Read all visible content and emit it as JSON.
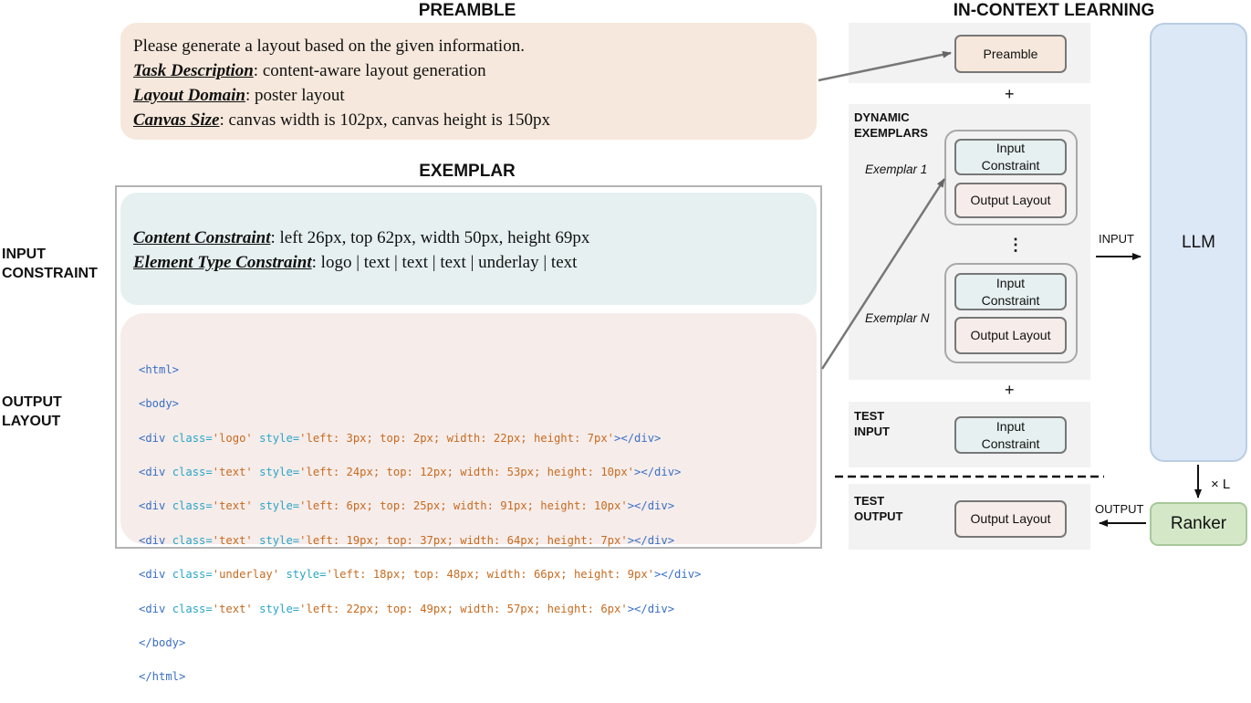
{
  "headings": {
    "preamble": "PREAMBLE",
    "exemplar": "EXEMPLAR",
    "icl": "IN-CONTEXT LEARNING"
  },
  "side_labels": {
    "input_line1": "INPUT",
    "input_line2": "CONSTRAINT",
    "output_line1": "OUTPUT",
    "output_line2": "LAYOUT"
  },
  "preamble": {
    "line1": "Please generate a layout based on the given information.",
    "task_key": "Task Description",
    "task_value": ": content-aware layout generation",
    "domain_key": "Layout Domain",
    "domain_value": ": poster layout",
    "canvas_key": "Canvas Size",
    "canvas_value": ": canvas width is 102px, canvas height is 150px"
  },
  "constraint": {
    "content_key": "Content Constraint",
    "content_value": ": left 26px, top 62px, width 50px, height 69px",
    "type_key": "Element Type Constraint",
    "type_value": ": logo | text | text | text | underlay | text"
  },
  "code": {
    "html_open": "<html>",
    "body_open": "<body>",
    "body_close": "</body>",
    "html_close": "</html>",
    "div_open": "<div",
    "div_close": "></div>",
    "class_attr": " class=",
    "style_attr": " style=",
    "rows": [
      {
        "cls": "'logo'",
        "style": "'left: 3px; top: 2px; width: 22px; height: 7px'"
      },
      {
        "cls": "'text'",
        "style": "'left: 24px; top: 12px; width: 53px; height: 10px'"
      },
      {
        "cls": "'text'",
        "style": "'left: 6px; top: 25px; width: 91px; height: 10px'"
      },
      {
        "cls": "'text'",
        "style": "'left: 19px; top: 37px; width: 64px; height: 7px'"
      },
      {
        "cls": "'underlay'",
        "style": "'left: 18px; top: 48px; width: 66px; height: 9px'"
      },
      {
        "cls": "'text'",
        "style": "'left: 22px; top: 49px; width: 57px; height: 6px'"
      }
    ]
  },
  "icl": {
    "preamble_box": "Preamble",
    "plus": "+",
    "dynamic_line1": "DYNAMIC",
    "dynamic_line2": "EXEMPLARS",
    "exemplar_1": "Exemplar 1",
    "exemplar_n": "Exemplar N",
    "input_constraint_line1": "Input",
    "input_constraint_line2": "Constraint",
    "output_layout": "Output Layout",
    "ellipsis": "⋮",
    "test_input_line1": "TEST",
    "test_input_line2": "INPUT",
    "test_output_line1": "TEST",
    "test_output_line2": "OUTPUT",
    "input_arrow": "INPUT",
    "output_arrow": "OUTPUT",
    "llm": "LLM",
    "ranker": "Ranker",
    "times_l": "× L"
  }
}
